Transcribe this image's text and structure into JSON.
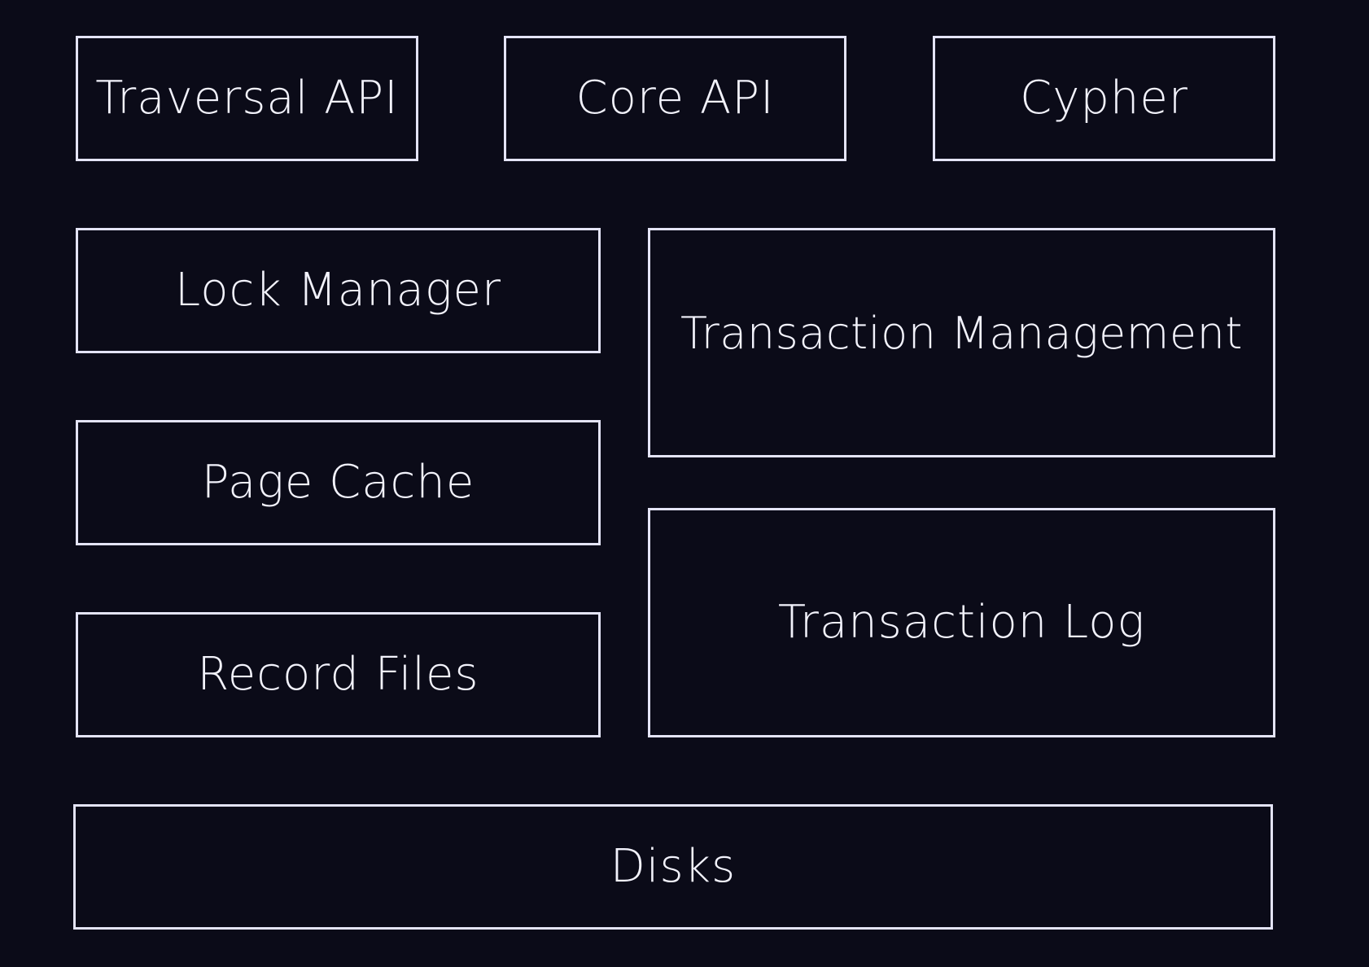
{
  "diagram": {
    "layers": {
      "api": [
        {
          "label": "Traversal API"
        },
        {
          "label": "Core API"
        },
        {
          "label": "Cypher"
        }
      ],
      "storage_left": [
        {
          "label": "Lock Manager"
        },
        {
          "label": "Page Cache"
        },
        {
          "label": "Record Files"
        }
      ],
      "storage_right": [
        {
          "label": "Transaction Management"
        },
        {
          "label": "Transaction Log"
        }
      ],
      "bottom": {
        "label": "Disks"
      }
    },
    "colors": {
      "background": "#0b0b18",
      "border": "#e4e4f7",
      "text": "#f2f2fb"
    }
  }
}
